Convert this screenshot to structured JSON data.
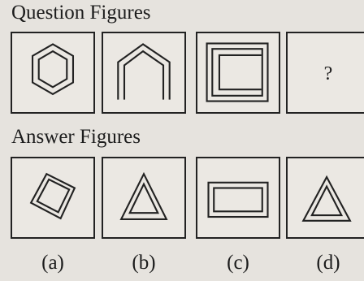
{
  "question_section": {
    "heading": "Question Figures",
    "figures": [
      {
        "shape": "hexagon-with-inner-hexagon"
      },
      {
        "shape": "double-pentagon-open-bottom"
      },
      {
        "shape": "double-square-open-right"
      },
      {
        "shape": "unknown",
        "text": "?"
      }
    ]
  },
  "answer_section": {
    "heading": "Answer Figures",
    "options": [
      {
        "label": "(a)",
        "shape": "tilted-double-square"
      },
      {
        "label": "(b)",
        "shape": "double-triangle"
      },
      {
        "label": "(c)",
        "shape": "double-rectangle"
      },
      {
        "label": "(d)",
        "shape": "double-triangle"
      }
    ]
  }
}
